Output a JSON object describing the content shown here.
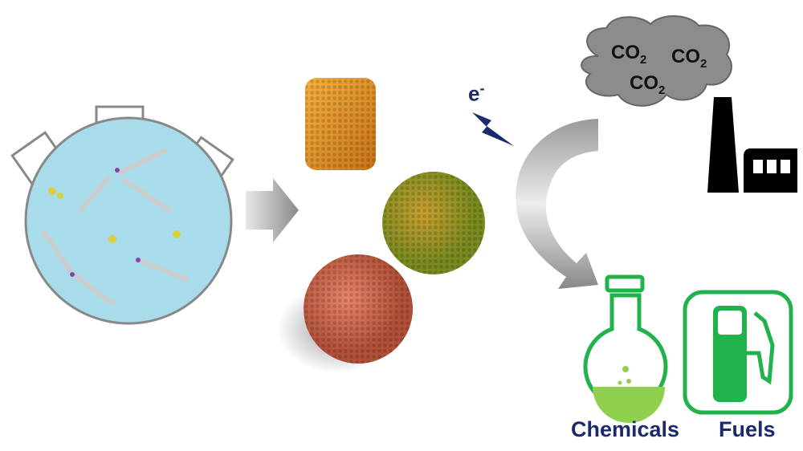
{
  "electron": {
    "symbol": "e",
    "charge": "-"
  },
  "cloud": {
    "labels": [
      {
        "base": "CO",
        "sub": "2"
      },
      {
        "base": "CO",
        "sub": "2"
      },
      {
        "base": "CO",
        "sub": "2"
      }
    ]
  },
  "products": {
    "chemicals": "Chemicals",
    "fuels": "Fuels"
  },
  "colors": {
    "solution": "#a8dcea",
    "green": "#22b24c",
    "navy": "#1b2a6b",
    "cube": "#e8962a",
    "copper": "#d06a4e"
  }
}
